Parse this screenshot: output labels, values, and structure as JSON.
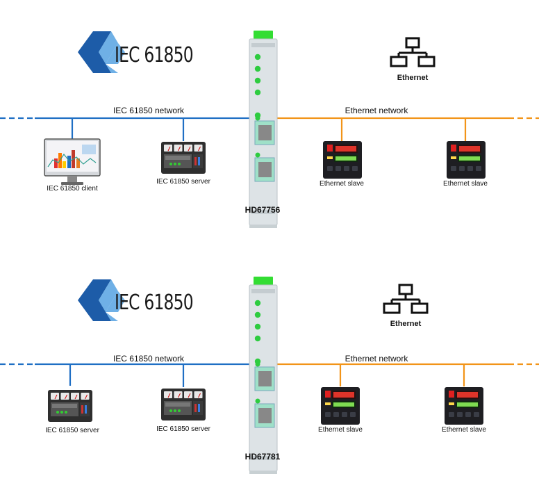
{
  "diagrams": [
    {
      "logo_text": "IEC 61850",
      "left_network_label": "IEC 61850 network",
      "right_network_label": "Ethernet network",
      "ethernet_icon_label": "Ethernet",
      "gateway_label": "HD67756",
      "left_devices": [
        "IEC 61850 client",
        "IEC 61850 server"
      ],
      "right_devices": [
        "Ethernet slave",
        "Ethernet slave"
      ]
    },
    {
      "logo_text": "IEC 61850",
      "left_network_label": "IEC 61850 network",
      "right_network_label": "Ethernet network",
      "ethernet_icon_label": "Ethernet",
      "gateway_label": "HD67781",
      "left_devices": [
        "IEC 61850 server",
        "IEC 61850 server"
      ],
      "right_devices": [
        "Ethernet slave",
        "Ethernet slave"
      ]
    }
  ],
  "colors": {
    "iec_line": "#1f6fc4",
    "eth_line": "#f29418",
    "logo_dark": "#1d5ca8",
    "logo_light": "#6fb0e6",
    "gateway_body": "#dde3e6",
    "gateway_led": "#2ecc40",
    "gateway_cap": "#33dd33"
  }
}
